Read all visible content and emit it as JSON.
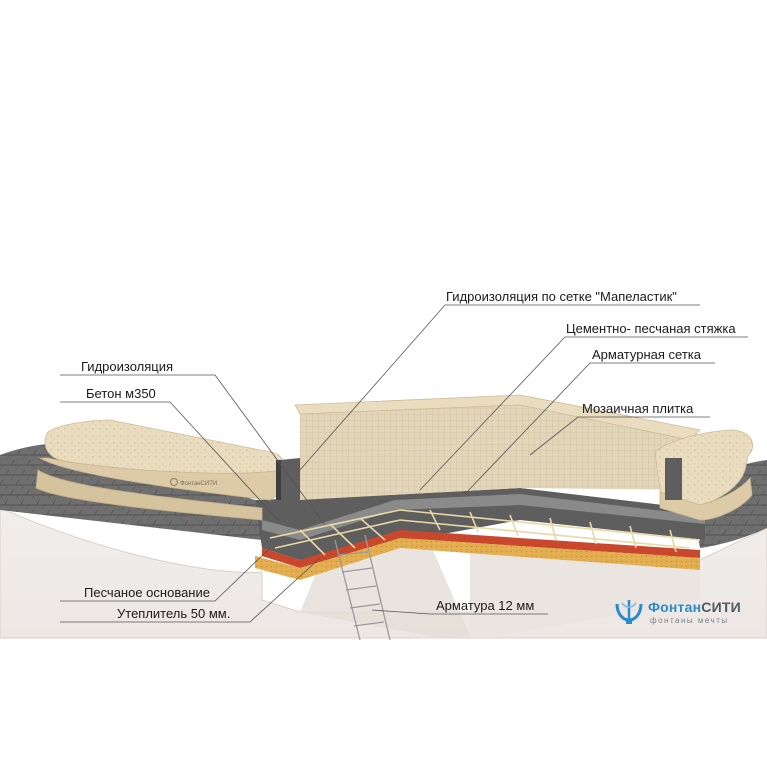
{
  "labels": {
    "mapelastic": "Гидроизоляция по сетке \"Мапеластик\"",
    "screed": "Цементно- песчаная стяжка",
    "hydro": "Гидроизоляция",
    "mesh": "Арматурная сетка",
    "concrete": "Бетон м350",
    "mosaic": "Мозаичная плитка",
    "sand": "Песчаное основание",
    "insulation": "Утеплитель 50 мм.",
    "rebar": "Арматура 12 мм"
  },
  "logo": {
    "name_part1": "Фонтан",
    "name_part2": "СИТИ",
    "tagline": "фонтаны мечты",
    "small_mark": "ФонтанСИТИ"
  },
  "colors": {
    "stone": "#e6d7b8",
    "tile": "#ddcfb2",
    "paving": "#6e6e6e",
    "insulation": "#c9472c",
    "sand": "#e0a94a",
    "concrete": "#5e5e5e",
    "logo_blue": "#2a8bc9"
  }
}
